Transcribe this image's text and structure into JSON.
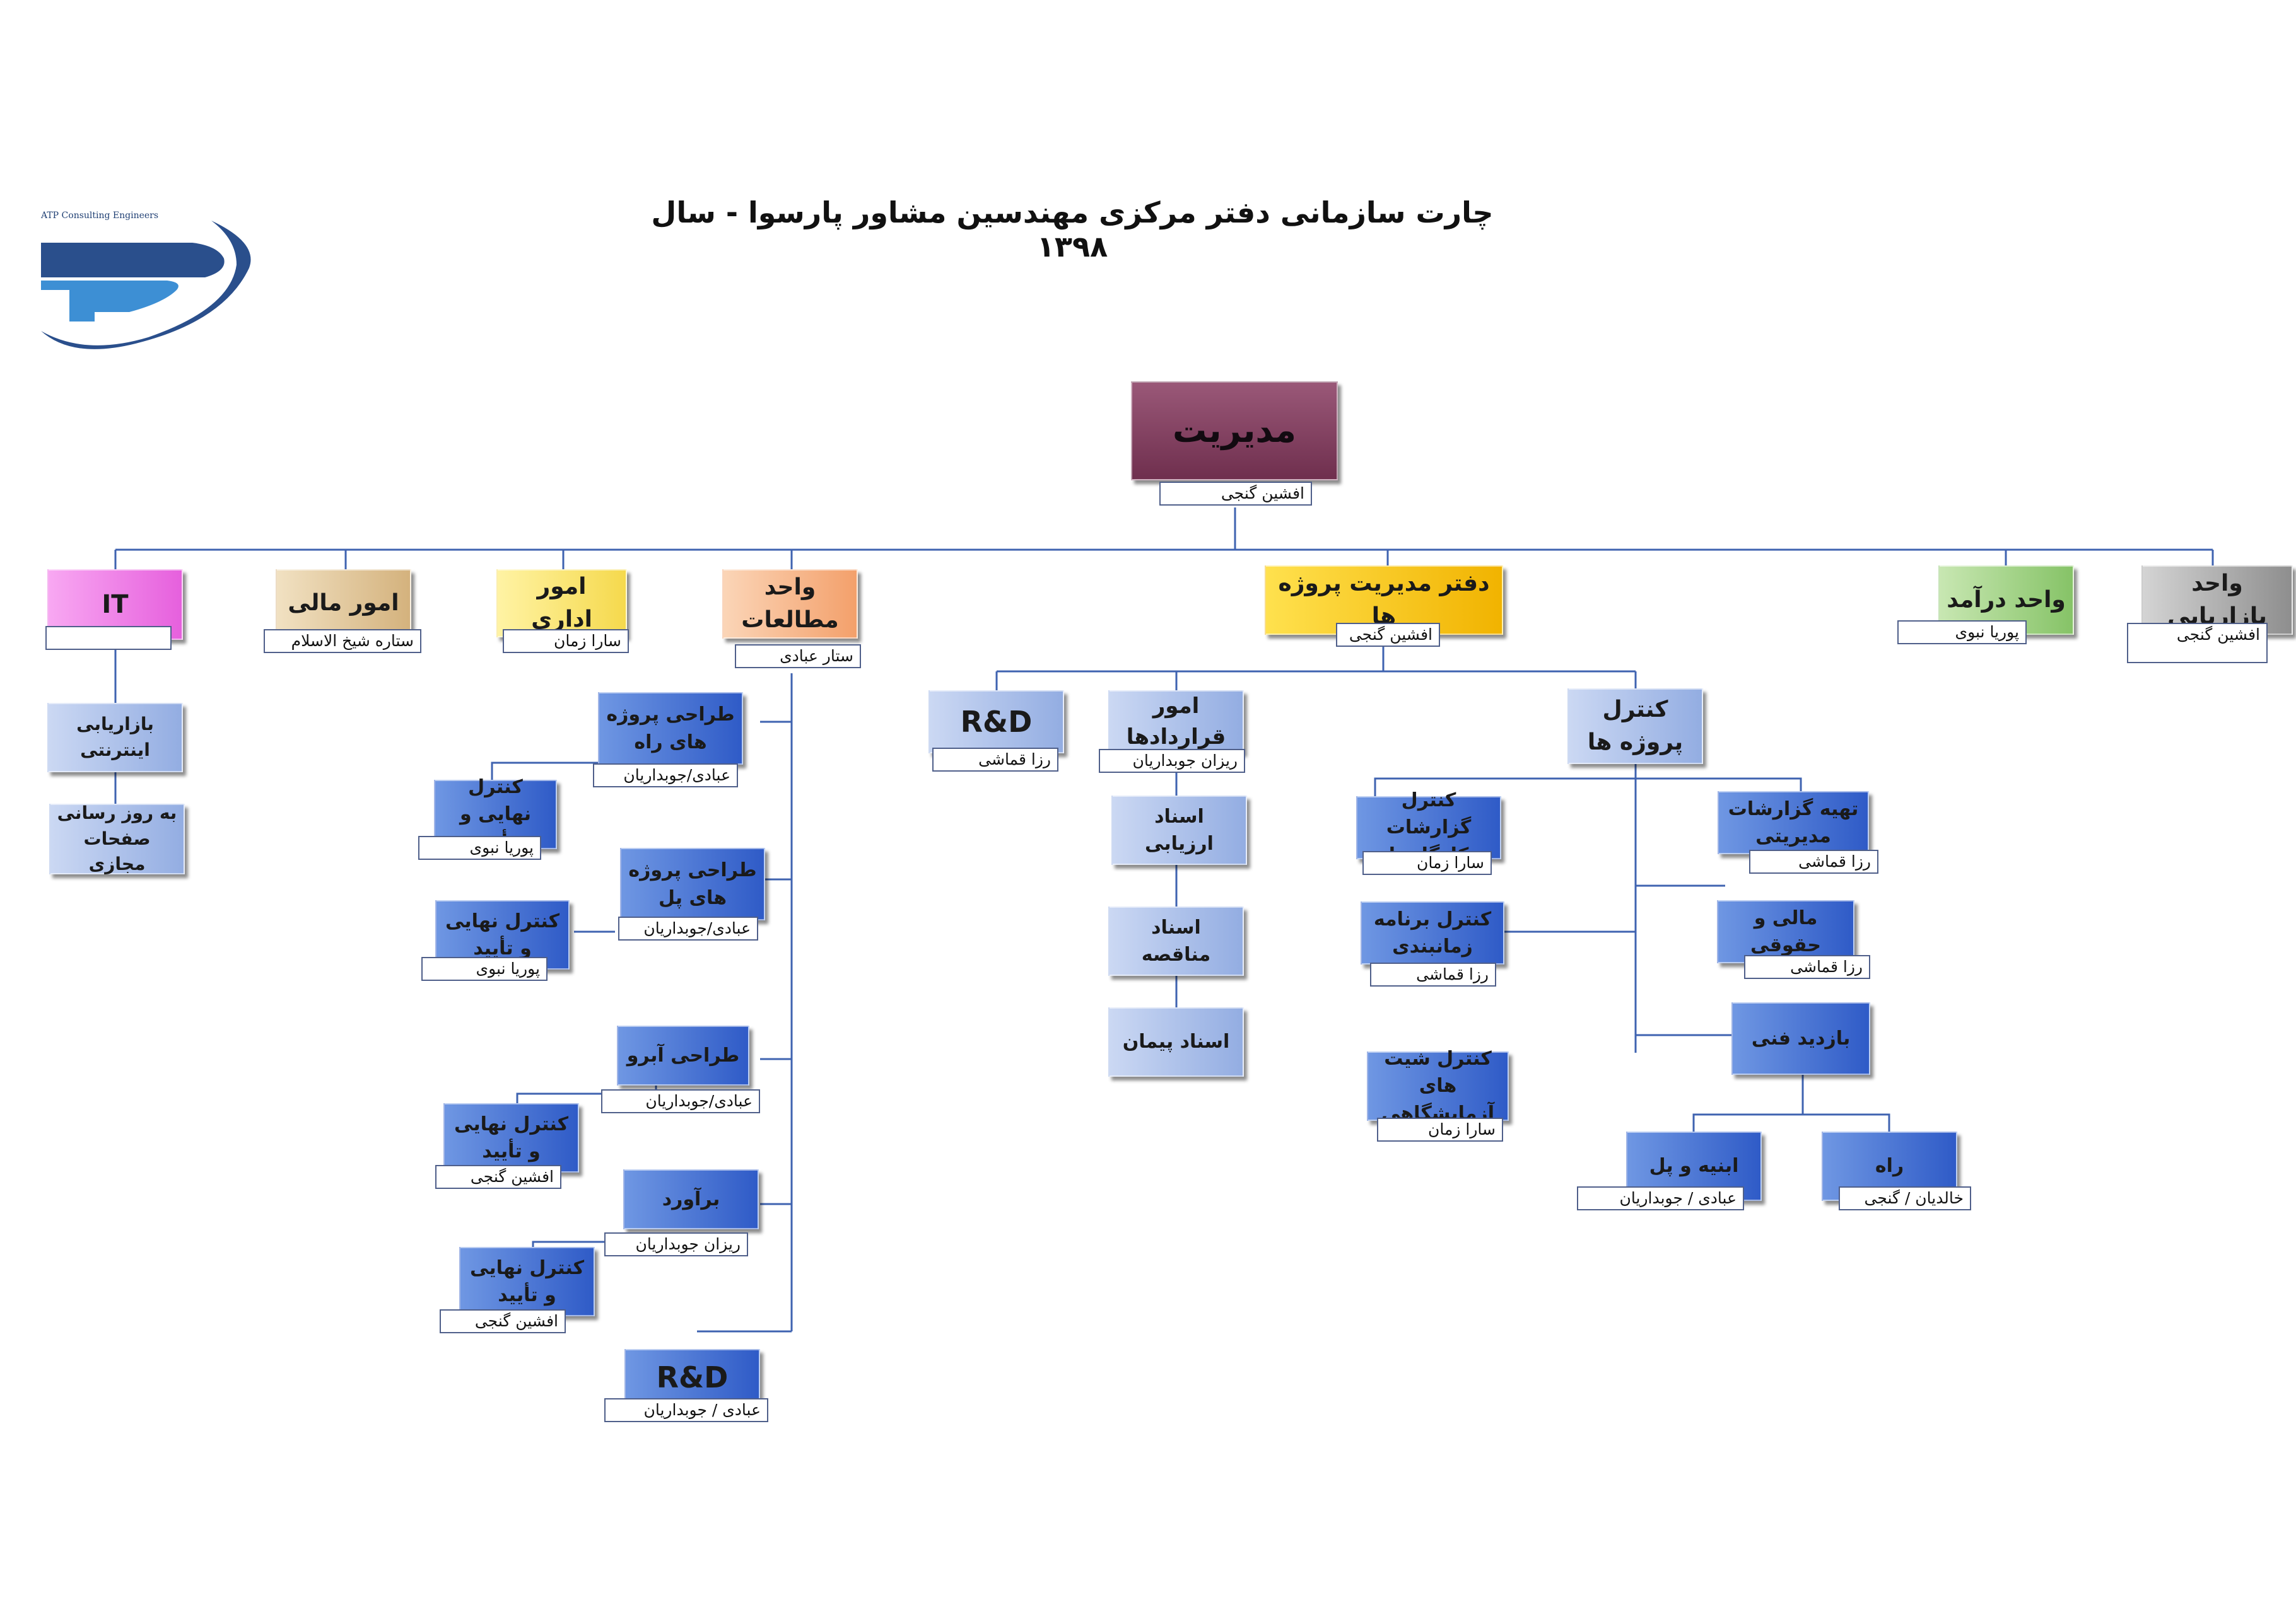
{
  "title": "چارت سازمانی دفتر مرکزی مهندسین مشاور پارسوا - سال ۱۳۹۸",
  "logo_text": "ATP Consulting Engineers",
  "nodes": {
    "management": {
      "label": "مدیریت",
      "person": "افشین گنجی"
    },
    "it": {
      "label": "IT",
      "person": ""
    },
    "finance": {
      "label": "امور مالی",
      "person": "ستاره شیخ الاسلام"
    },
    "admin": {
      "label": "امور اداری",
      "person": "سارا زمان"
    },
    "studies": {
      "label": "واحد مطالعات",
      "person": "ستار عبادی"
    },
    "pmo": {
      "label": "دفتر مدیریت پروژه ها",
      "person": "افشین گنجی"
    },
    "income": {
      "label": "واحد درآمد",
      "person": "پوریا نبوی"
    },
    "marketing": {
      "label": "واحد بازاریابی",
      "person": "افشین گنجی"
    },
    "internet_marketing": {
      "label": "بازاریابی اینترنتی"
    },
    "social_update": {
      "label": "به روز رسانی صفحات مجازی"
    },
    "road_design": {
      "label": "طراحی پروژه های راه",
      "person": "عبادی/جوبداریان"
    },
    "final_check_1": {
      "label": "کنترل نهایی و تأیید",
      "person": "پوریا نبوی"
    },
    "bridge_design": {
      "label": "طراحی پروژه های پل",
      "person": "عبادی/جوبداریان"
    },
    "final_check_2": {
      "label": "کنترل نهایی و تأیید",
      "person": "پوریا نبوی"
    },
    "water_design": {
      "label": "طراحی آبرو",
      "person": "عبادی/جوبداریان"
    },
    "final_check_3": {
      "label": "کنترل نهایی و تأیید",
      "person": "افشین گنجی"
    },
    "estimate": {
      "label": "برآورد",
      "person": "ریزان جوبداریان"
    },
    "final_check_4": {
      "label": "کنترل نهایی و تأیید",
      "person": "افشین گنجی"
    },
    "studies_rd": {
      "label": "R&D",
      "person": "عبادی / جوبداریان"
    },
    "pmo_rd": {
      "label": "R&D",
      "person": "رزا قماشی"
    },
    "contracts": {
      "label": "امور قراردادها",
      "person": "ریزان جوبداریان"
    },
    "assessment_docs": {
      "label": "اسناد ارزیابی"
    },
    "tender_docs": {
      "label": "اسناد مناقصه"
    },
    "contract_docs": {
      "label": "اسناد پیمان"
    },
    "project_control": {
      "label": "کنترل پروژه ها"
    },
    "site_reports": {
      "label": "کنترل گزارشات کارگاهها",
      "person": "سارا زمان"
    },
    "schedule_control": {
      "label": "کنترل برنامه زمانبندی",
      "person": "رزا قماشی"
    },
    "lab_control": {
      "label": "کنترل شیت های آزمایشگاهی",
      "person": "سارا زمان"
    },
    "mgmt_reports": {
      "label": "تهیه گزارشات مدیریتی",
      "person": "رزا قماشی"
    },
    "payroll": {
      "label": "مالی و حقوقی",
      "person": "رزا قماشی"
    },
    "tech_visit": {
      "label": "بازدید فنی"
    },
    "structures": {
      "label": "ابنیه و پل",
      "person": "عبادی / جوبداریان"
    },
    "road": {
      "label": "راه",
      "person": "خالدیان / گنجی"
    }
  }
}
